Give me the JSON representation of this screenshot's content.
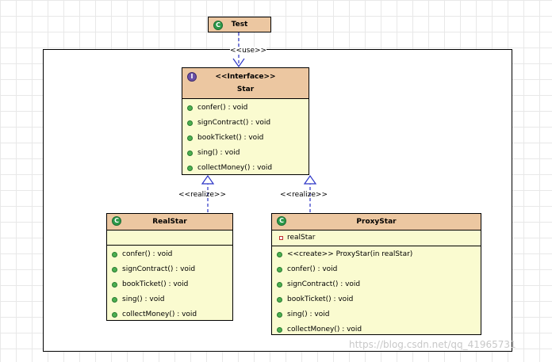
{
  "test": {
    "name": "Test"
  },
  "uses_label": "<<use>>",
  "star": {
    "stereotype": "<<Interface>>",
    "name": "Star",
    "methods": [
      "confer() : void",
      "signContract() : void",
      "bookTicket() : void",
      "sing() : void",
      "collectMoney() : void"
    ]
  },
  "real_star": {
    "name": "RealStar",
    "methods": [
      "confer() : void",
      "signContract() : void",
      "bookTicket() : void",
      "sing() : void",
      "collectMoney() : void"
    ]
  },
  "proxy_star": {
    "name": "ProxyStar",
    "fields": [
      "realStar"
    ],
    "methods": [
      "<<create>> ProxyStar(in realStar)",
      "confer() : void",
      "signContract() : void",
      "bookTicket() : void",
      "sing() : void",
      "collectMoney() : void"
    ]
  },
  "realize_left": "<<realize>>",
  "realize_right": "<<realize>>",
  "watermark": "https://blog.csdn.net/qq_41965731",
  "colors": {
    "header": "#ecc7a1",
    "body": "#fafbd0",
    "connector": "#2b34c6",
    "class_icon": "#2d9a4a",
    "interface_icon": "#6a4fa6"
  }
}
